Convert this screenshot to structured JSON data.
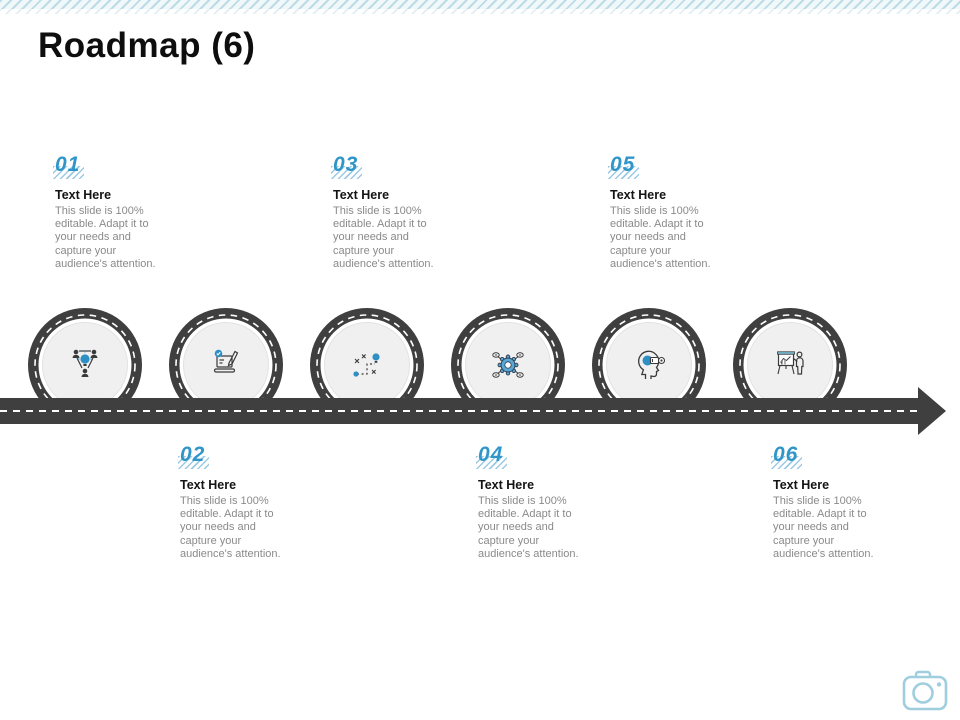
{
  "slide": {
    "title": "Roadmap (6)"
  },
  "steps": [
    {
      "number": "01",
      "heading": "Text Here",
      "body": "This slide is 100% editable. Adapt it to your needs and capture your audience's attention.",
      "icon": "team-idea-icon"
    },
    {
      "number": "02",
      "heading": "Text Here",
      "body": "This slide is 100% editable. Adapt it to your needs and capture your audience's attention.",
      "icon": "laptop-edit-icon"
    },
    {
      "number": "03",
      "heading": "Text Here",
      "body": "This slide is 100% editable. Adapt it to your needs and capture your audience's attention.",
      "icon": "route-plan-icon"
    },
    {
      "number": "04",
      "heading": "Text Here",
      "body": "This slide is 100% editable. Adapt it to your needs and capture your audience's attention.",
      "icon": "gear-network-icon"
    },
    {
      "number": "05",
      "heading": "Text Here",
      "body": "This slide is 100% editable. Adapt it to your needs and capture your audience's attention.",
      "icon": "head-projection-icon"
    },
    {
      "number": "06",
      "heading": "Text Here",
      "body": "This slide is 100% editable. Adapt it to your needs and capture your audience's attention.",
      "icon": "presentation-board-icon"
    }
  ],
  "road": {
    "shape": "looping road with right arrow",
    "loops": 6
  },
  "watermark": {
    "icon": "camera-icon"
  },
  "colors": {
    "accent_blue": "#3095C9",
    "icon_blue": "#2E8FC4",
    "hatch_blue": "#9CCAE4",
    "road_dark": "#3F3F3F",
    "heading_black": "#141414",
    "body_text_gray": "#8A8A8A",
    "inner_circle_gray": "#F0F0F0",
    "stripe_blue": "#BCDBE6",
    "camera_blue": "#9FCEDE"
  }
}
